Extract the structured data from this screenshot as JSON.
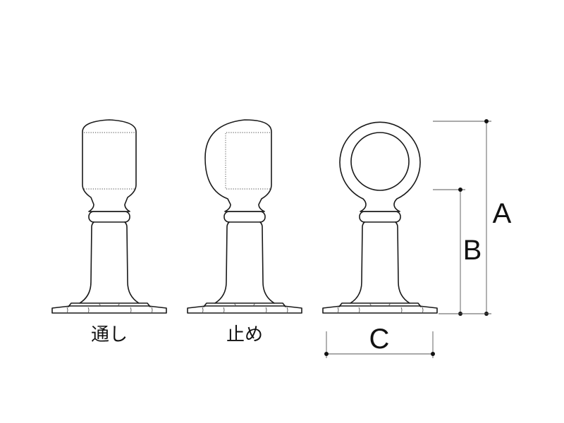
{
  "labels": {
    "pass_through": "通し",
    "end_stop": "止め"
  },
  "dimensions": {
    "a": "A",
    "b": "B",
    "c": "C"
  }
}
